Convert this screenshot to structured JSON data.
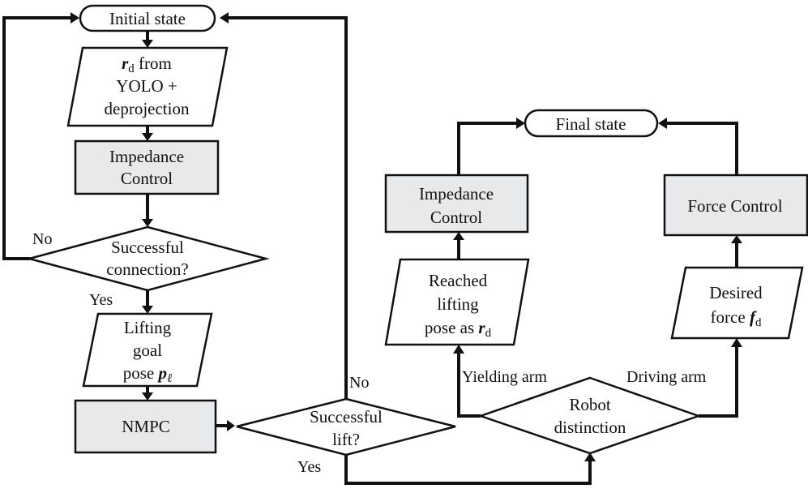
{
  "nodes": {
    "initial_state": "Initial state",
    "rd_input": {
      "symbol": "r",
      "sub": "d",
      "line1_rest": " from",
      "line2": "YOLO +",
      "line3": "deprojection"
    },
    "impedance_left": {
      "line1": "Impedance",
      "line2": "Control"
    },
    "conn_decision": {
      "line1": "Successful",
      "line2": "connection?"
    },
    "lifting_goal": {
      "line1": "Lifting",
      "line2": "goal",
      "line3_prefix": "pose ",
      "symbol": "p",
      "sub": "ℓ"
    },
    "nmpc": "NMPC",
    "lift_decision": {
      "line1": "Successful",
      "line2": "lift?"
    },
    "robot_decision": {
      "line1": "Robot",
      "line2": "distinction"
    },
    "reached_pose": {
      "line1": "Reached",
      "line2": "lifting",
      "line3_prefix": "pose as ",
      "symbol": "r",
      "sub": "d"
    },
    "impedance_right": {
      "line1": "Impedance",
      "line2": "Control"
    },
    "desired_force": {
      "line1": "Desired",
      "line2_prefix": "force ",
      "symbol": "f",
      "sub": "d"
    },
    "force_control": "Force Control",
    "final_state": "Final state"
  },
  "edge_labels": {
    "conn_no": "No",
    "conn_yes": "Yes",
    "lift_no": "No",
    "lift_yes": "Yes",
    "yielding_arm": "Yielding arm",
    "driving_arm": "Driving arm"
  },
  "colors": {
    "process_fill": "#e7e9ea",
    "stroke": "#111111",
    "background": "#ffffff"
  }
}
